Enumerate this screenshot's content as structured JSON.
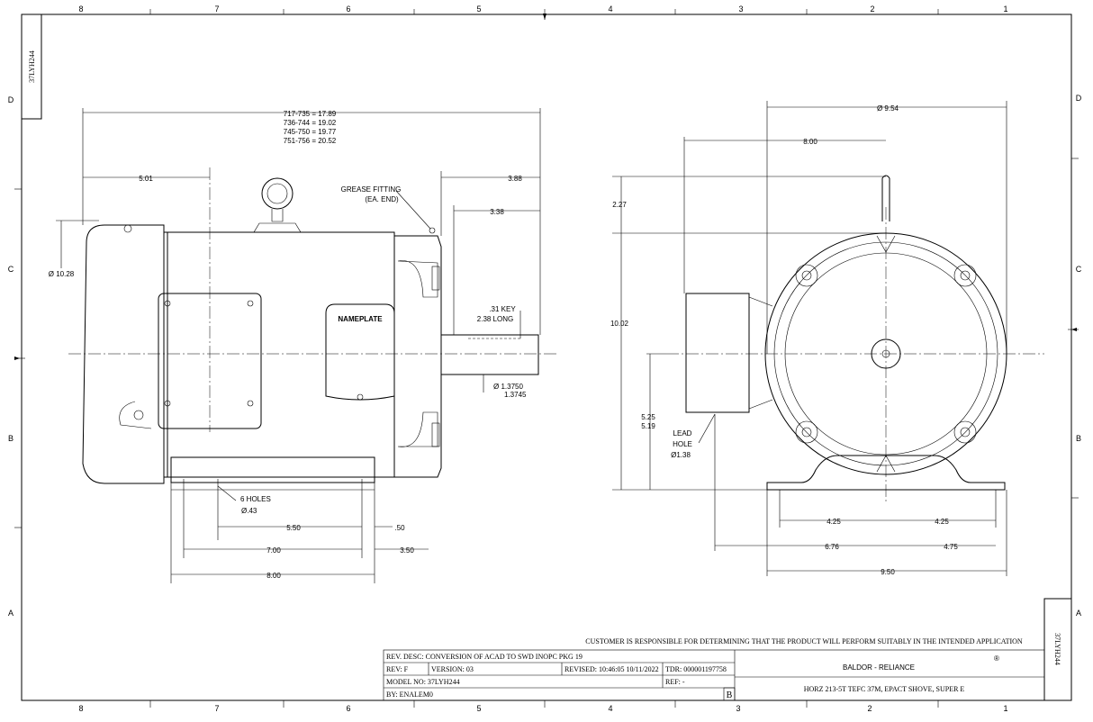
{
  "drawing_id": "37LYH244",
  "zones": {
    "columns": [
      "8",
      "7",
      "6",
      "5",
      "4",
      "3",
      "2",
      "1"
    ],
    "rows": [
      "D",
      "C",
      "B",
      "A"
    ]
  },
  "side_view": {
    "overall_lengths": [
      "717-735 = 17.89",
      "736-744 = 19.02",
      "745-750 = 19.77",
      "751-756 = 20.52"
    ],
    "dim_5_01": "5.01",
    "dim_3_88": "3.88",
    "dim_3_38": "3.38",
    "dia_10_28": "Ø 10.28",
    "grease_fitting": [
      "GREASE FITTING",
      "(EA. END)"
    ],
    "nameplate": "NAMEPLATE",
    "key": [
      ".31 KEY",
      "2.38 LONG"
    ],
    "shaft_dia": [
      "Ø 1.3750",
      "1.3745"
    ],
    "holes": [
      "6 HOLES",
      "Ø.43"
    ],
    "dim_5_50": "5.50",
    "dim_50": ".50",
    "dim_7_00": "7.00",
    "dim_3_50": "3.50",
    "dim_8_00": "8.00"
  },
  "end_view": {
    "dia_9_54": "Ø 9.54",
    "dim_8_00": "8.00",
    "dim_2_27": "2.27",
    "dim_10_02": "10.02",
    "shaft_height": [
      "5.25",
      "5.19"
    ],
    "lead_hole": [
      "LEAD",
      "HOLE",
      "Ø1.38"
    ],
    "dim_4_25_l": "4.25",
    "dim_4_25_r": "4.25",
    "dim_6_76": "6.76",
    "dim_4_75": "4.75",
    "dim_9_50": "9.50"
  },
  "title_block": {
    "disclaimer": "CUSTOMER IS RESPONSIBLE FOR DETERMINING THAT THE PRODUCT WILL PERFORM SUITABLY IN THE INTENDED APPLICATION",
    "rev_desc": "REV. DESC: CONVERSION OF ACAD TO SWD INOPC PKG 19",
    "rev": "REV:  F",
    "version": "VERSION:  03",
    "revised": "REVISED:  10:46:05 10/11/2022",
    "tdr": "TDR:  000001197758",
    "model_no": "MODEL NO:  37LYH244",
    "ref": "REF:  -",
    "by": "BY: ENALEM0",
    "size": "B",
    "brand": "BALDOR - RELIANCE",
    "brand_mark": "®",
    "description": "HORZ 213-5T TEFC 37M, EPACT SHOVE, SUPER E"
  }
}
